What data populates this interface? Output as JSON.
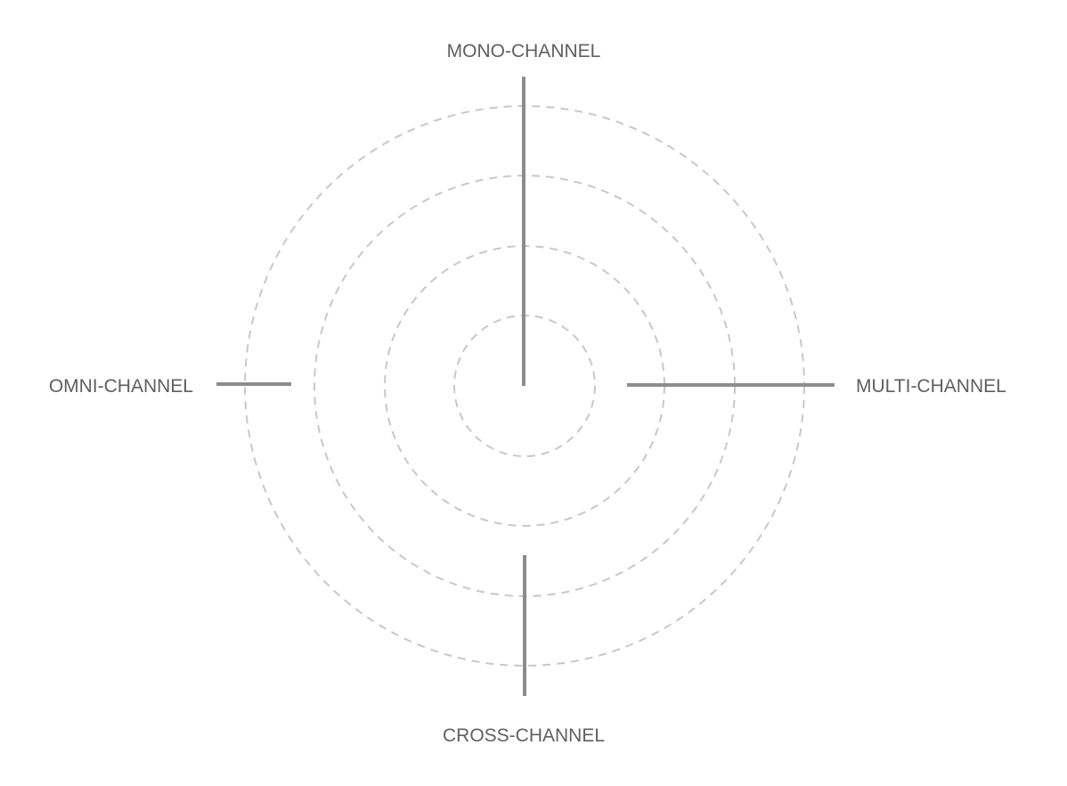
{
  "diagram": {
    "axes": {
      "top": "MONO-CHANNEL",
      "right": "MULTI-CHANNEL",
      "bottom": "CROSS-CHANNEL",
      "left": "OMNI-CHANNEL"
    },
    "ring_count": 4,
    "colors": {
      "ring": "#c8c8c8",
      "spoke": "#8c8c8c",
      "label": "#5f5f5f",
      "background": "#ffffff"
    }
  }
}
